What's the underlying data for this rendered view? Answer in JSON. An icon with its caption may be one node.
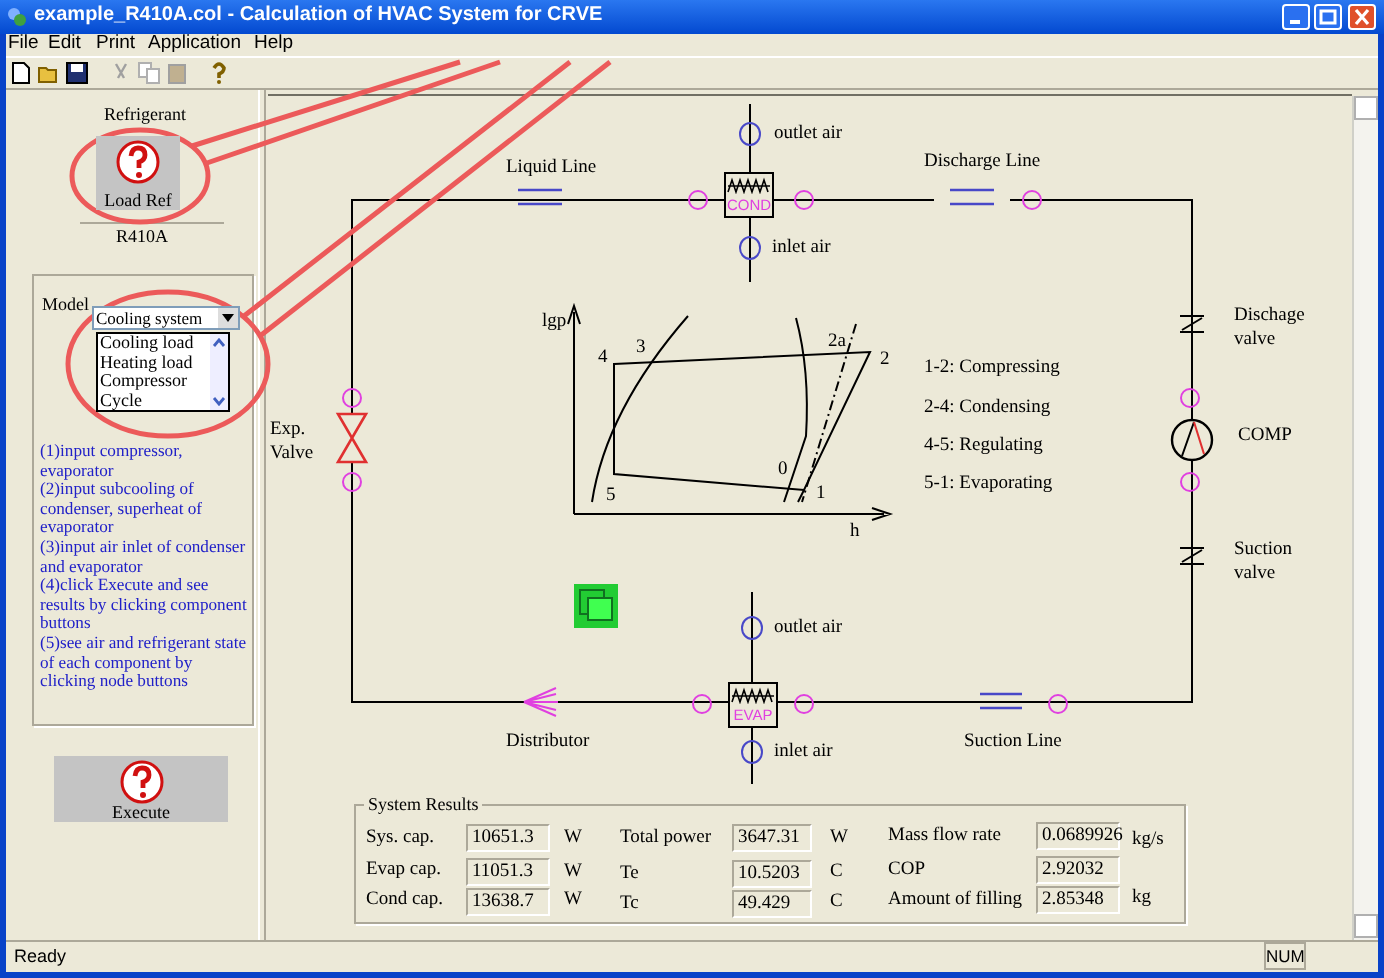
{
  "diagram": {
    "title": "example_R410A.col - Calculation of HVAC System for CRVE",
    "nodes": [
      {
        "text": [
          "COND"
        ]
      },
      {
        "text": [
          "EVAP"
        ]
      }
    ],
    "labels": [
      "File",
      "Edit",
      "Print",
      "Application",
      "Help",
      "Refrigerant",
      "Load Ref",
      "R410A",
      "Model",
      "Cooling system",
      "Cooling load",
      "Heating load",
      "Compressor",
      "Cycle",
      "(1)input compressor, evaporator",
      "(2)input subcooling of condenser, superheat of evaporator",
      "(3)input air inlet of condenser and evaporator",
      "(4)click Execute and see results by clicking component buttons",
      "(5)see air and refrigerant state of each component by clicking node buttons",
      "Liquid Line",
      "outlet air",
      "Discharge Line",
      "inlet air",
      "lgp",
      "4",
      "3",
      "2a",
      "2",
      "1-2: Compressing",
      "Dischage valve",
      "2-4: Condensing",
      "Exp. Valve",
      "COMP",
      "4-5: Regulating",
      "0",
      "5",
      "1",
      "5-1: Evaporating",
      "h",
      "Suction valve",
      "outlet air",
      "Distributor",
      "Suction Line",
      "inlet air",
      "Execute",
      "System Results",
      "Sys. cap.",
      "10651.3",
      "W",
      "Total power",
      "3647.31",
      "W",
      "Mass flow rate",
      "0.0689926",
      "kg/s",
      "Evap cap.",
      "11051.3",
      "W",
      "Te",
      "10.5203",
      "C",
      "COP",
      "2.92032",
      "Cond cap.",
      "13638.7",
      "W",
      "Tc",
      "49.429",
      "C",
      "Amount of filling",
      "2.85348",
      "kg",
      "Ready",
      "NUM"
    ]
  }
}
